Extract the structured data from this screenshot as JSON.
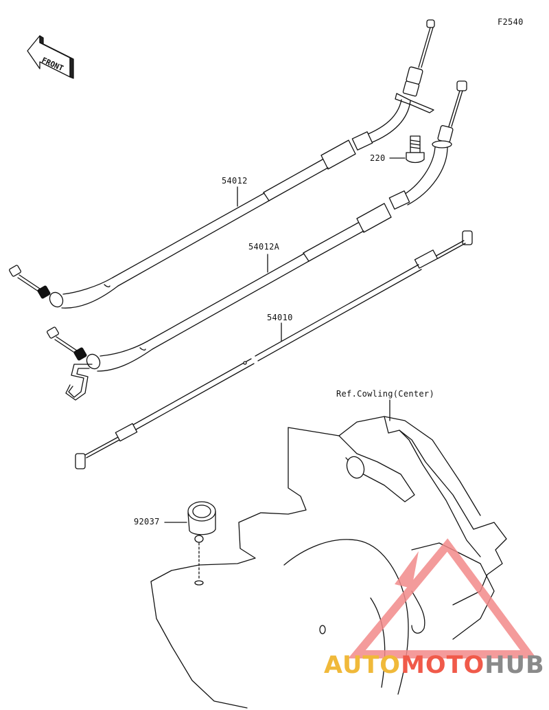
{
  "diagram": {
    "code": "F2540",
    "front_label": "FRONT",
    "parts": [
      {
        "id": "54012",
        "label": "54012"
      },
      {
        "id": "54012A",
        "label": "54012A"
      },
      {
        "id": "54010",
        "label": "54010"
      },
      {
        "id": "220",
        "label": "220"
      },
      {
        "id": "92037",
        "label": "92037"
      }
    ],
    "reference": "Ref.Cowling(Center)"
  },
  "watermark": {
    "part1": "AUTO",
    "part2": "MOTO",
    "part3": "HUB",
    "colors": {
      "auto": "#f0b93a",
      "moto": "#f05a4a",
      "hub": "#8a8a8a",
      "triangle": "#f28a8a"
    }
  }
}
